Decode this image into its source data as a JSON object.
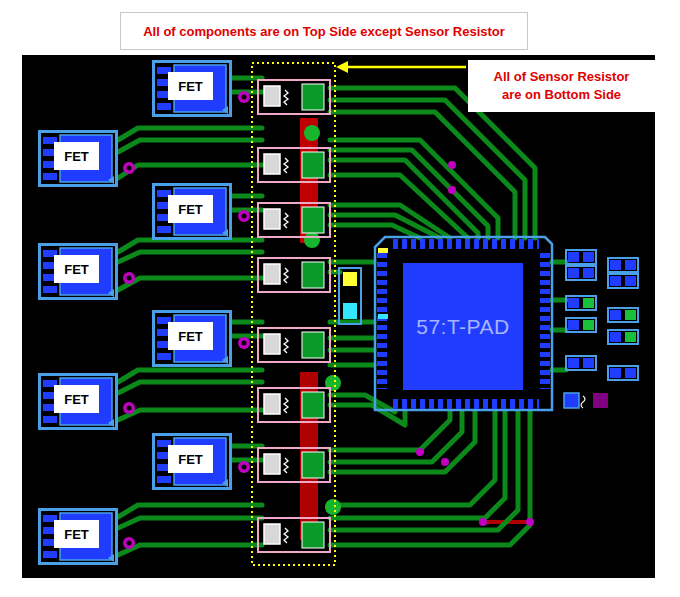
{
  "diagram": {
    "nodes": [
      {
        "text": [
          "All of components are on Top Side except Sensor Resistor"
        ]
      },
      {
        "text": [
          "All of Sensor Resistor are on Bottom Side"
        ]
      },
      {
        "text": [
          "FET"
        ]
      },
      {
        "text": [
          "FET"
        ]
      },
      {
        "text": [
          "FET"
        ]
      },
      {
        "text": [
          "FET"
        ]
      },
      {
        "text": [
          "FET"
        ]
      },
      {
        "text": [
          "FET"
        ]
      },
      {
        "text": [
          "FET"
        ]
      },
      {
        "text": [
          "FET"
        ]
      },
      {
        "text": [
          "57:T-PAD"
        ]
      }
    ]
  }
}
